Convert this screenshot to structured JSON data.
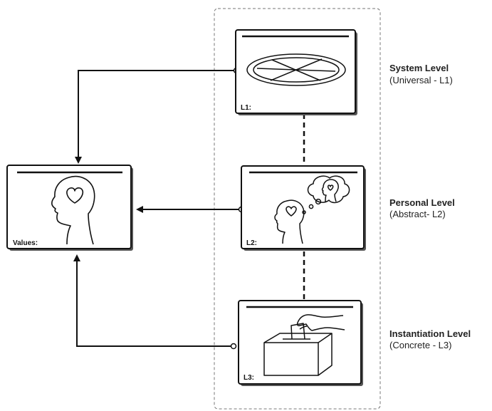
{
  "values_card": {
    "label": "Values:"
  },
  "levels": [
    {
      "id": "l1",
      "card_label": "L1:",
      "title": "System Level",
      "subtitle": "(Universal - L1)"
    },
    {
      "id": "l2",
      "card_label": "L2:",
      "title": "Personal Level",
      "subtitle": "(Abstract- L2)"
    },
    {
      "id": "l3",
      "card_label": "L3:",
      "title": "Instantiation Level",
      "subtitle": "(Concrete - L3)"
    }
  ],
  "icons": {
    "values": "head-heart-icon",
    "l1": "ellipse-grid-icon",
    "l2": "thinking-head-icon",
    "l3": "ballot-box-icon"
  },
  "colors": {
    "stroke": "#111111",
    "dashed_frame": "#777777"
  }
}
